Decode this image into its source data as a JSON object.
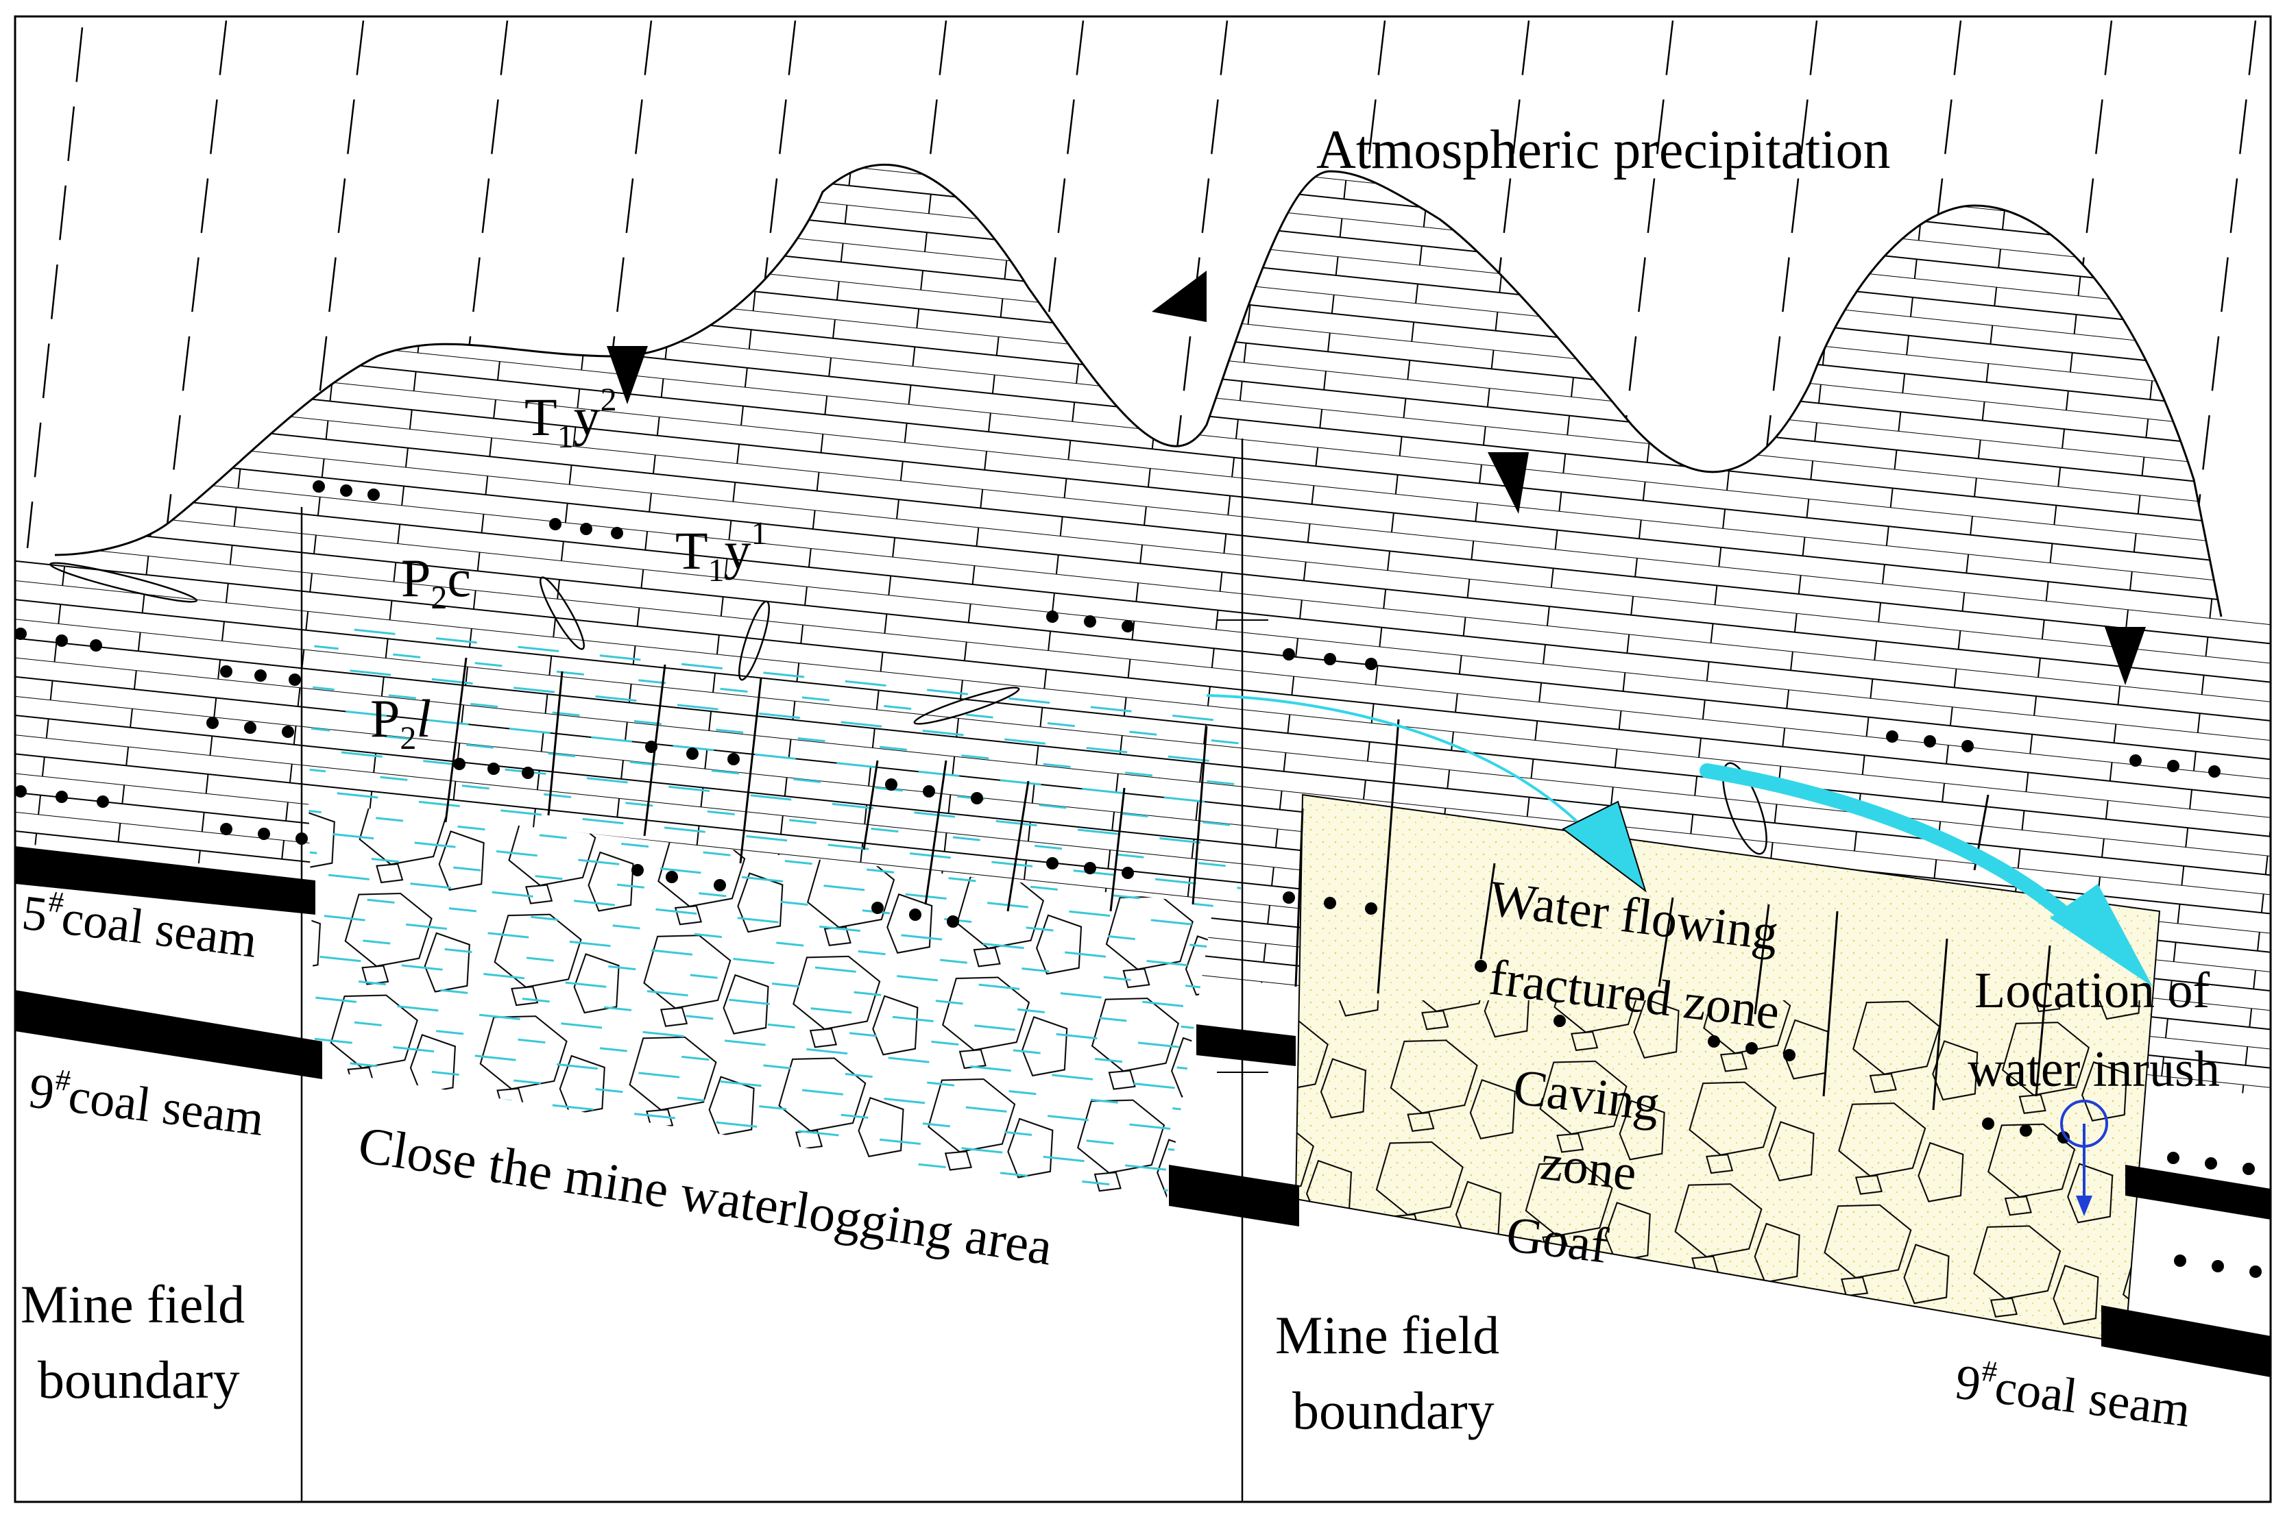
{
  "labels": {
    "precipitation": "Atmospheric precipitation",
    "t1y2_base": "T",
    "t1y2_sub": "1",
    "t1y2_mid": "y",
    "t1y2_sup": "2",
    "t1y1_base": "T",
    "t1y1_sub": "1",
    "t1y1_mid": "y",
    "t1y1_sup": "1",
    "p2c_base": "P",
    "p2c_sub": "2",
    "p2c_mid": "c",
    "p2l_base": "P",
    "p2l_sub": "2",
    "p2l_mid": "l",
    "seam5_sup": "5",
    "seam5_hash": "#",
    "seam5_text": "coal seam",
    "seam9_left_num": "9",
    "seam9_left_hash": "#",
    "seam9_left_text": "coal seam",
    "seam9_right_num": "9",
    "seam9_right_hash": "#",
    "seam9_right_text": "coal seam",
    "waterlogging": "Close the mine waterlogging area",
    "boundary_left_1": "Mine field",
    "boundary_left_2": "boundary",
    "boundary_right_1": "Mine field",
    "boundary_right_2": "boundary",
    "fractured_1": "Water flowing",
    "fractured_2": "fractured zone",
    "caving_1": "Caving",
    "caving_2": "zone",
    "goaf": "Goaf",
    "inrush_1": "Location of",
    "inrush_2": "water inrush"
  },
  "colors": {
    "ink": "#000000",
    "water_arrow": "#33d6e8",
    "water_dash": "#39c8d8",
    "goaf_fill": "#fbf9e0",
    "inrush_mark": "#1f3fd6"
  },
  "icons": {
    "water_table": "inverted-triangle-icon",
    "flow": "curved-arrow-icon",
    "inrush": "circle-arrow-down-icon"
  }
}
